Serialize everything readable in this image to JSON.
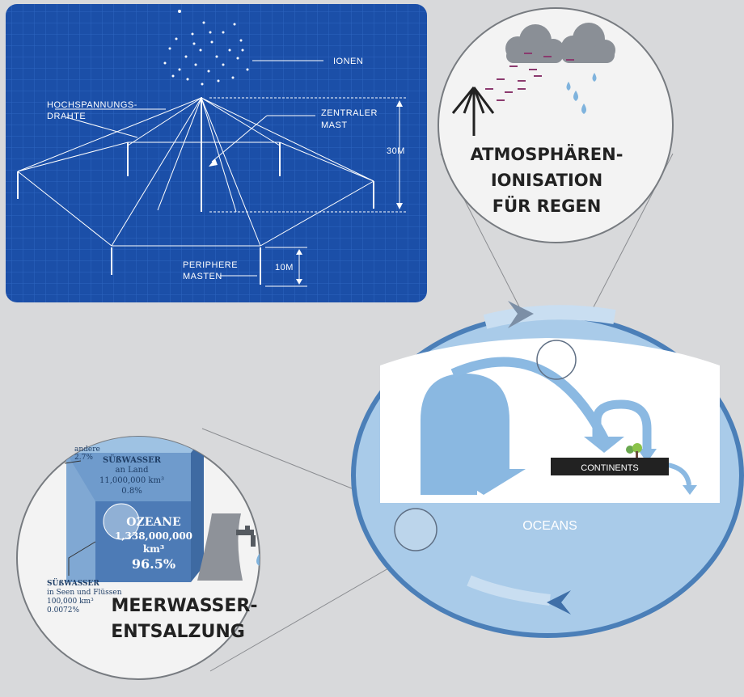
{
  "blueprint": {
    "ions_label": "IONEN",
    "wires_label_line1": "HOCHSPANNUNGS-",
    "wires_label_line2": "DRAHTE",
    "central_mast_line1": "ZENTRALER",
    "central_mast_line2": "MAST",
    "height_main": "30M",
    "peripheral_line1": "PERIPHERE",
    "peripheral_line2": "MASTEN",
    "height_peripheral": "10M",
    "colors": {
      "background": "#1b4fa8",
      "grid": "#2a63bd",
      "ink": "#ffffff"
    }
  },
  "atmosphere": {
    "title_line1": "ATMOSPHÄREN-",
    "title_line2": "IONISATION",
    "title_line3": "FÜR REGEN",
    "icons": [
      "cloud-icon",
      "cloud-icon",
      "raindrop-icon",
      "tower-icon"
    ]
  },
  "water_cycle": {
    "continents_label": "CONTINENTS",
    "oceans_label": "OCEANS",
    "colors": {
      "ring": "#4b7fb8",
      "ocean": "#a9cbe9",
      "arrows": "#7db0de"
    }
  },
  "desalination": {
    "title_line1": "MEERWASSER-",
    "title_line2": "ENTSALZUNG",
    "other_label": "andere",
    "other_value": "2.7%",
    "land_line1": "SÜßWASSER",
    "land_line2": "an Land",
    "land_line3": "11,000,000 km³",
    "land_line4": "0.8%",
    "ocean_line1": "OZEANE",
    "ocean_line2": "1,338,000,000",
    "ocean_line3": "km³",
    "ocean_line4": "96.5%",
    "lakes_line1": "SÜßWASSER",
    "lakes_line2": "in Seen und Flüssen",
    "lakes_line3": "100,000 km³",
    "lakes_line4": "0.0072%"
  }
}
